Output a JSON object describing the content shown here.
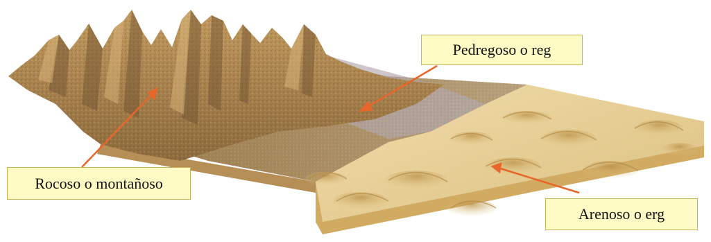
{
  "labels": {
    "reg": "Pedregoso o reg",
    "rocoso": "Rocoso o montañoso",
    "erg": "Arenoso o erg"
  },
  "colors": {
    "rock": "#b48c52",
    "rock_dark": "#7a5a30",
    "gravel": "#a99c9c",
    "sand": "#e3c98a",
    "sand_light": "#f0dcab",
    "sand_shadow": "#c9a761",
    "base_side": "#d4b06a",
    "arrow": "#e8662a",
    "label_bg": "#fffbc4"
  }
}
